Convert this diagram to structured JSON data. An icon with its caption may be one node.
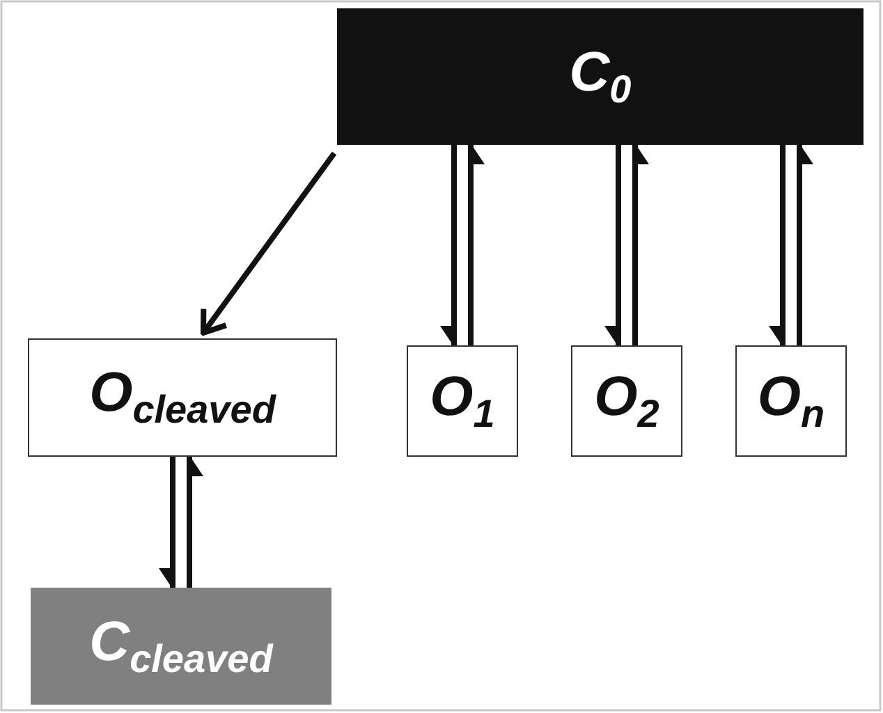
{
  "diagram": {
    "nodes": [
      {
        "text": [
          "C$_{0}$"
        ]
      },
      {
        "text": [
          "O$_{cleaved}$"
        ]
      },
      {
        "text": [
          "O$_{1}$"
        ]
      },
      {
        "text": [
          "O$_{2}$"
        ]
      },
      {
        "text": [
          "O$_{n}$"
        ]
      },
      {
        "text": [
          "C$_{cleaved}$"
        ]
      }
    ],
    "edges": [
      {
        "from": 0,
        "to": 1,
        "arrow": "to"
      },
      {
        "from": 0,
        "to": 2,
        "arrow": "to"
      },
      {
        "from": 2,
        "to": 0,
        "arrow": "to"
      },
      {
        "from": 0,
        "to": 3,
        "arrow": "to"
      },
      {
        "from": 3,
        "to": 0,
        "arrow": "to"
      },
      {
        "from": 0,
        "to": 4,
        "arrow": "to"
      },
      {
        "from": 4,
        "to": 0,
        "arrow": "to"
      },
      {
        "from": 1,
        "to": 5,
        "arrow": "to"
      },
      {
        "from": 5,
        "to": 1,
        "arrow": "to"
      }
    ]
  }
}
